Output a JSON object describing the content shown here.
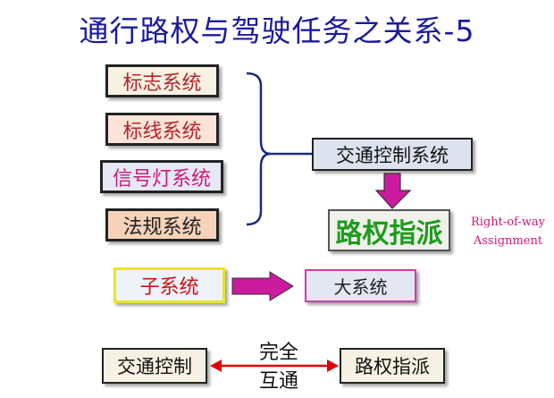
{
  "title": "通行路权与驾驶任务之关系-5",
  "subsystems": [
    "标志系统",
    "标线系统",
    "信号灯系统",
    "法规系统"
  ],
  "traffic_control_system": "交通控制系统",
  "right_of_way_assignment": "路权指派",
  "right_of_way_label_line1": "Right-of-way",
  "right_of_way_label_line2": "Assignment",
  "subsystem_label": "子系统",
  "big_system_label": "大系统",
  "bottom": {
    "left": "交通控制",
    "right": "路权指派",
    "relation_line1": "完全",
    "relation_line2": "互通"
  },
  "colors": {
    "title": "#1a1a9e",
    "bracket": "#1f2a7a",
    "arrow": "#cc1a9e",
    "double_arrow": "#e00000",
    "subsystem_fills": [
      "#f6f1e2",
      "#fbe3d9",
      "#e6e9f3",
      "#f6d2b9"
    ]
  }
}
